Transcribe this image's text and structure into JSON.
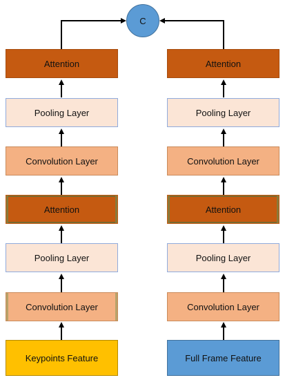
{
  "concat": {
    "label": "C"
  },
  "left_branch": {
    "attention_top": "Attention",
    "pooling_top": "Pooling Layer",
    "convolution_top": "Convolution Layer",
    "attention_mid": "Attention",
    "pooling_bottom": "Pooling Layer",
    "convolution_bottom": "Convolution Layer",
    "input": "Keypoints Feature"
  },
  "right_branch": {
    "attention_top": "Attention",
    "pooling_top": "Pooling Layer",
    "convolution_top": "Convolution Layer",
    "attention_mid": "Attention",
    "pooling_bottom": "Pooling Layer",
    "convolution_bottom": "Convolution Layer",
    "input": "Full Frame Feature"
  },
  "colors": {
    "attention": "#c55a11",
    "pooling": "#fbe5d6",
    "convolution": "#f4b183",
    "keypoints": "#ffc000",
    "full_frame": "#5b9bd5",
    "concat_node": "#5b9bd5",
    "arrow": "#000000"
  }
}
